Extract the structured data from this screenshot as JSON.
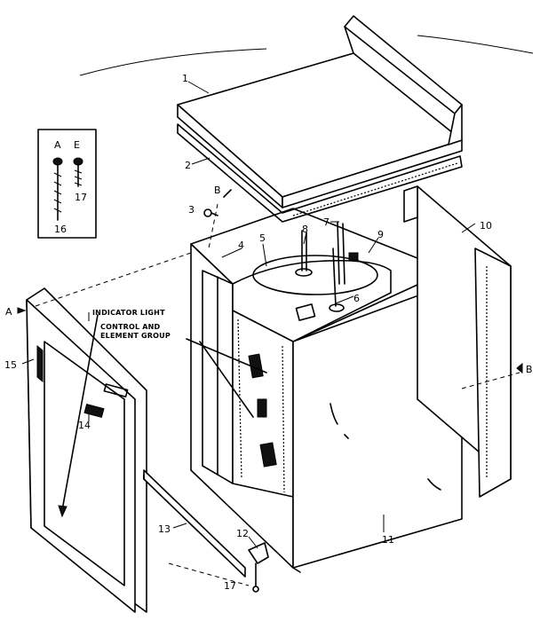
{
  "labels": {
    "indicator_light": "INDICATOR LIGHT",
    "control_line1": "CONTROL AND",
    "control_line2": "ELEMENT GROUP",
    "screw_col_a": "A",
    "screw_col_e": "E"
  },
  "callouts": {
    "p1": "1",
    "p2": "2",
    "p3": "3",
    "p4": "4",
    "p5": "5",
    "p6": "6",
    "p7": "7",
    "p8": "8",
    "p9": "9",
    "p10": "10",
    "p11": "11",
    "p12": "12",
    "p13": "13",
    "p14": "14",
    "p15": "15",
    "p16": "16",
    "p17": "17",
    "p17b": "17"
  },
  "section_marks": {
    "a_left": "A",
    "b_top": "B",
    "b_right": "B"
  }
}
